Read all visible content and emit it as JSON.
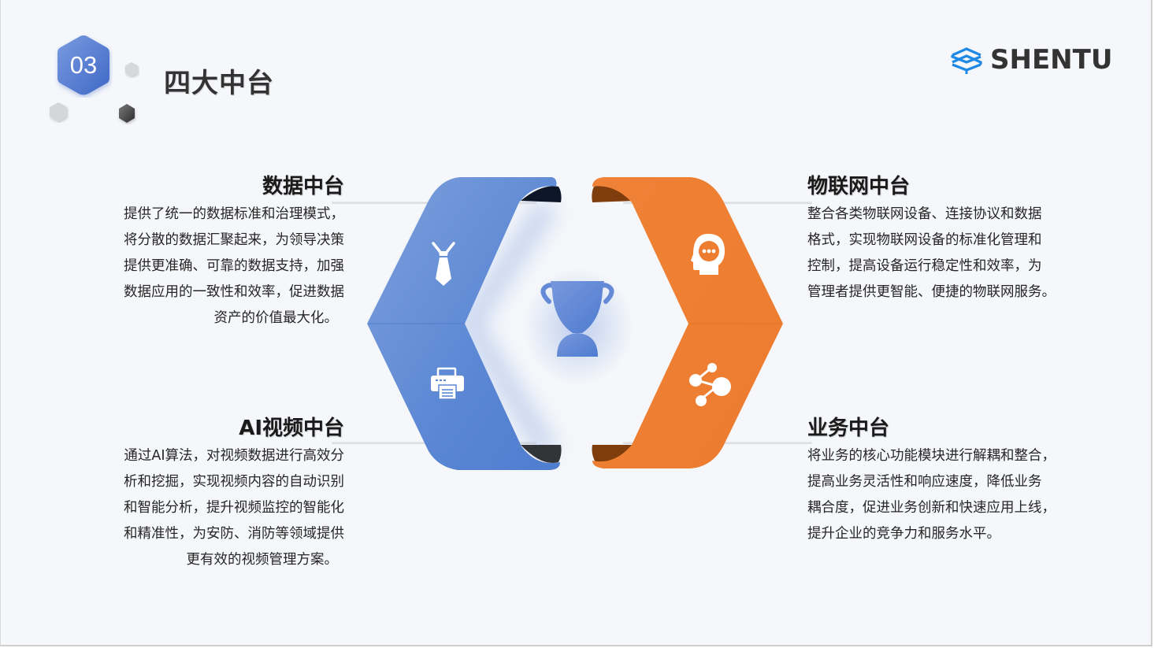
{
  "header": {
    "section_number": "03",
    "title": "四大中台"
  },
  "logo": {
    "text": "SHENTU",
    "icon": "stacked-chevron-logo-icon",
    "icon_color": "#1e88e5"
  },
  "colors": {
    "background": "#f5f7fa",
    "blue": "#5b87d4",
    "orange": "#ed7d31",
    "text_dark": "#262626",
    "badge_blue": "#4a74cf"
  },
  "center": {
    "icon": "trophy-icon"
  },
  "platforms": [
    {
      "id": "data",
      "title": "数据中台",
      "icon": "necktie-icon",
      "color": "#5b87d4",
      "lines": [
        "提供了统一的数据标准和治理模式，",
        "将分散的数据汇聚起来，为领导决策",
        "提供更准确、可靠的数据支持，加强",
        "数据应用的一致性和效率，促进数据",
        "资产的价值最大化。"
      ]
    },
    {
      "id": "ai-video",
      "title": "AI视频中台",
      "icon": "printer-icon",
      "color": "#5b87d4",
      "lines": [
        "通过AI算法，对视频数据进行高效分",
        "析和挖掘，实现视频内容的自动识别",
        "和智能分析，提升视频监控的智能化",
        "和精准性，为安防、消防等领域提供",
        "更有效的视频管理方案。"
      ]
    },
    {
      "id": "iot",
      "title": "物联网中台",
      "icon": "head-thinking-icon",
      "color": "#ed7d31",
      "lines": [
        "整合各类物联网设备、连接协议和数据",
        "格式，实现物联网设备的标准化管理和",
        "控制，提高设备运行稳定性和效率，为",
        "管理者提供更智能、便捷的物联网服务。"
      ]
    },
    {
      "id": "business",
      "title": "业务中台",
      "icon": "share-nodes-icon",
      "color": "#ed7d31",
      "lines": [
        "将业务的核心功能模块进行解耦和整合，",
        "提高业务灵活性和响应速度，降低业务",
        "耦合度，促进业务创新和快速应用上线，",
        "提升企业的竞争力和服务水平。"
      ]
    }
  ]
}
